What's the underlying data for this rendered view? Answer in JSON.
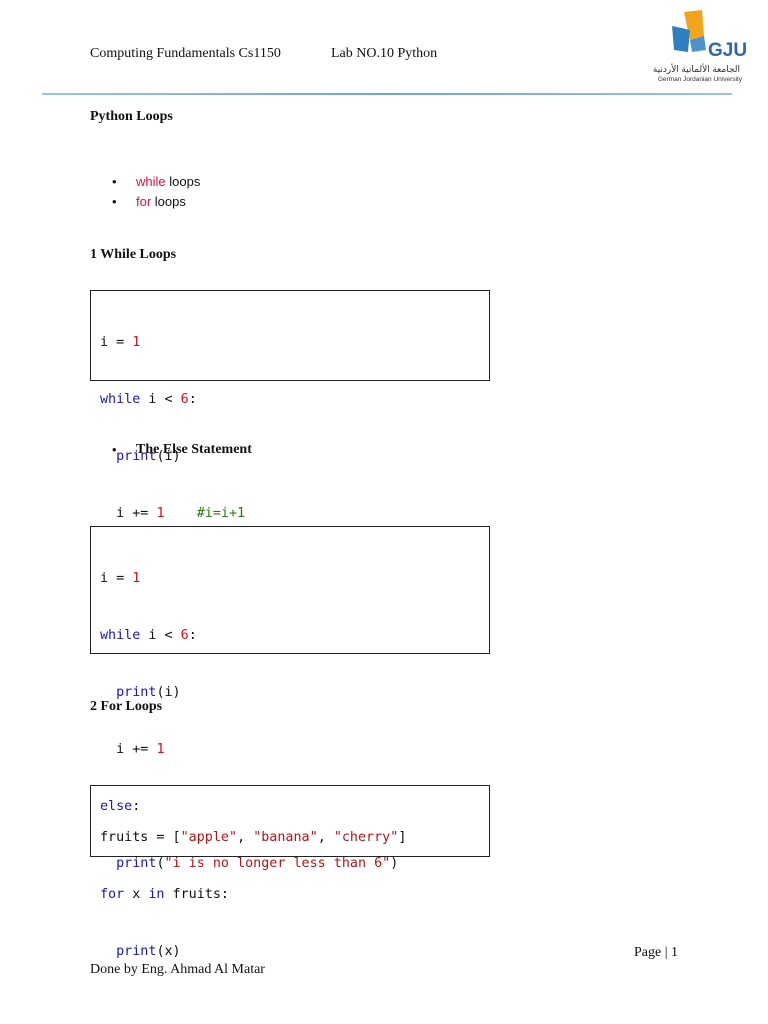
{
  "header": {
    "course": "Computing Fundamentals Cs1150",
    "lab": "Lab NO.10 Python",
    "logo": {
      "abbr": "GJU",
      "arabic": "الجامعة الألمانية الأردنية",
      "english": "German Jordanian University",
      "colors": {
        "blue": "#2e7fc2",
        "orange": "#f2a41a"
      }
    }
  },
  "title": "Python Loops",
  "intro_list": [
    {
      "keyword": "while",
      "rest": " loops"
    },
    {
      "keyword": "for",
      "rest": " loops"
    }
  ],
  "section1": {
    "heading": "1 While Loops"
  },
  "code1": {
    "l1": {
      "a": "i = ",
      "n": "1"
    },
    "l2": {
      "kw": "while",
      "a": " i < ",
      "n": "6",
      "b": ":"
    },
    "l3": {
      "fn": "print",
      "a": "(i)"
    },
    "l4": {
      "a": "i += ",
      "n": "1",
      "c": "#i=i+1"
    }
  },
  "else_bullet": "The Else Statement",
  "code2": {
    "l1": {
      "a": "i = ",
      "n": "1"
    },
    "l2": {
      "kw": "while",
      "a": " i < ",
      "n": "6",
      "b": ":"
    },
    "l3": {
      "fn": "print",
      "a": "(i)"
    },
    "l4": {
      "a": "i += ",
      "n": "1"
    },
    "l5": {
      "kw": "else",
      "b": ":"
    },
    "l6": {
      "fn": "print",
      "a": "(",
      "s": "\"i is no longer less than 6\"",
      "b": ")"
    }
  },
  "section2": {
    "heading": "2  For Loops"
  },
  "code3": {
    "l1": {
      "a": "fruits = [",
      "s1": "\"apple\"",
      "c1": ", ",
      "s2": "\"banana\"",
      "c2": ", ",
      "s3": "\"cherry\"",
      "b": "]"
    },
    "l2": {
      "kw1": "for",
      "a": " x ",
      "kw2": "in",
      "b": " fruits:"
    },
    "l3": {
      "fn": "print",
      "a": "(x)"
    }
  },
  "footer": {
    "page": "Page | 1",
    "author": "Done by Eng. Ahmad Al Matar"
  }
}
